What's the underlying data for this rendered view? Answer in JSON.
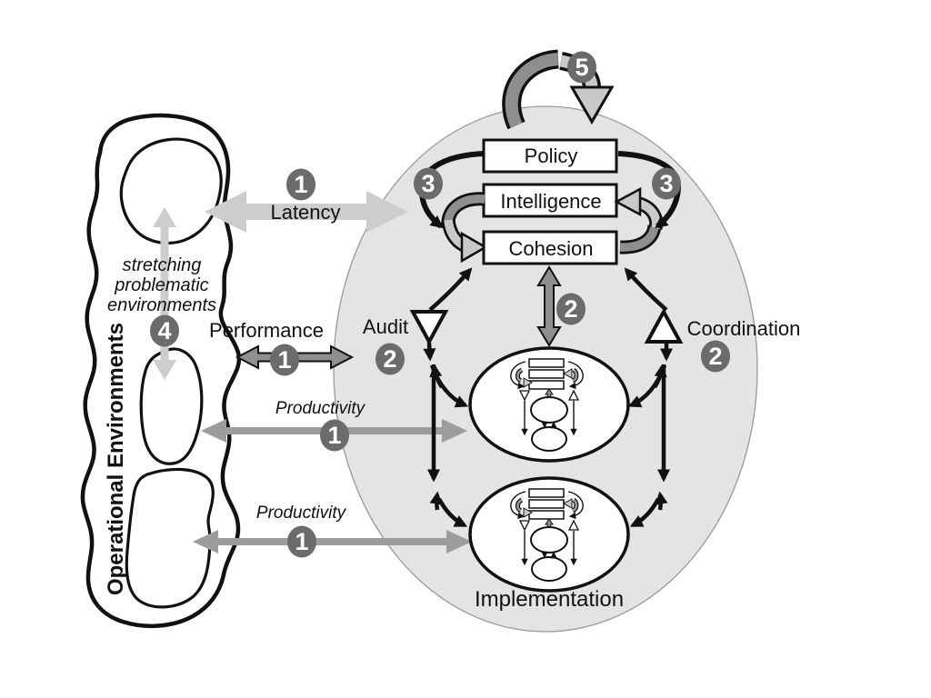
{
  "diagram": {
    "environment": {
      "label": "Operational Environments",
      "annotation": [
        "stretching",
        "problematic",
        "environments"
      ]
    },
    "organisation": {
      "policy": "Policy",
      "intelligence": "Intelligence",
      "cohesion": "Cohesion",
      "implementation": "Implementation",
      "audit": "Audit",
      "coordination": "Coordination"
    },
    "channels": {
      "latency": "Latency",
      "performance": "Performance",
      "productivity_top": "Productivity",
      "productivity_bottom": "Productivity"
    },
    "badges": {
      "latency": "1",
      "performance": "1",
      "productivity_top": "1",
      "productivity_bottom": "1",
      "cohesion_link": "2",
      "audit": "2",
      "coordination": "2",
      "policy_left": "3",
      "policy_right": "3",
      "environment_link": "4",
      "policy_loop": "5"
    },
    "colors": {
      "canvas": "#ffffff",
      "system_fill": "#e4e4e4",
      "light_arrow": "#cdcdcd",
      "mid_arrow": "#9c9c9c",
      "dark_arrow": "#8e8e8e",
      "badge": "#6b6b6b",
      "line": "#111111"
    }
  }
}
